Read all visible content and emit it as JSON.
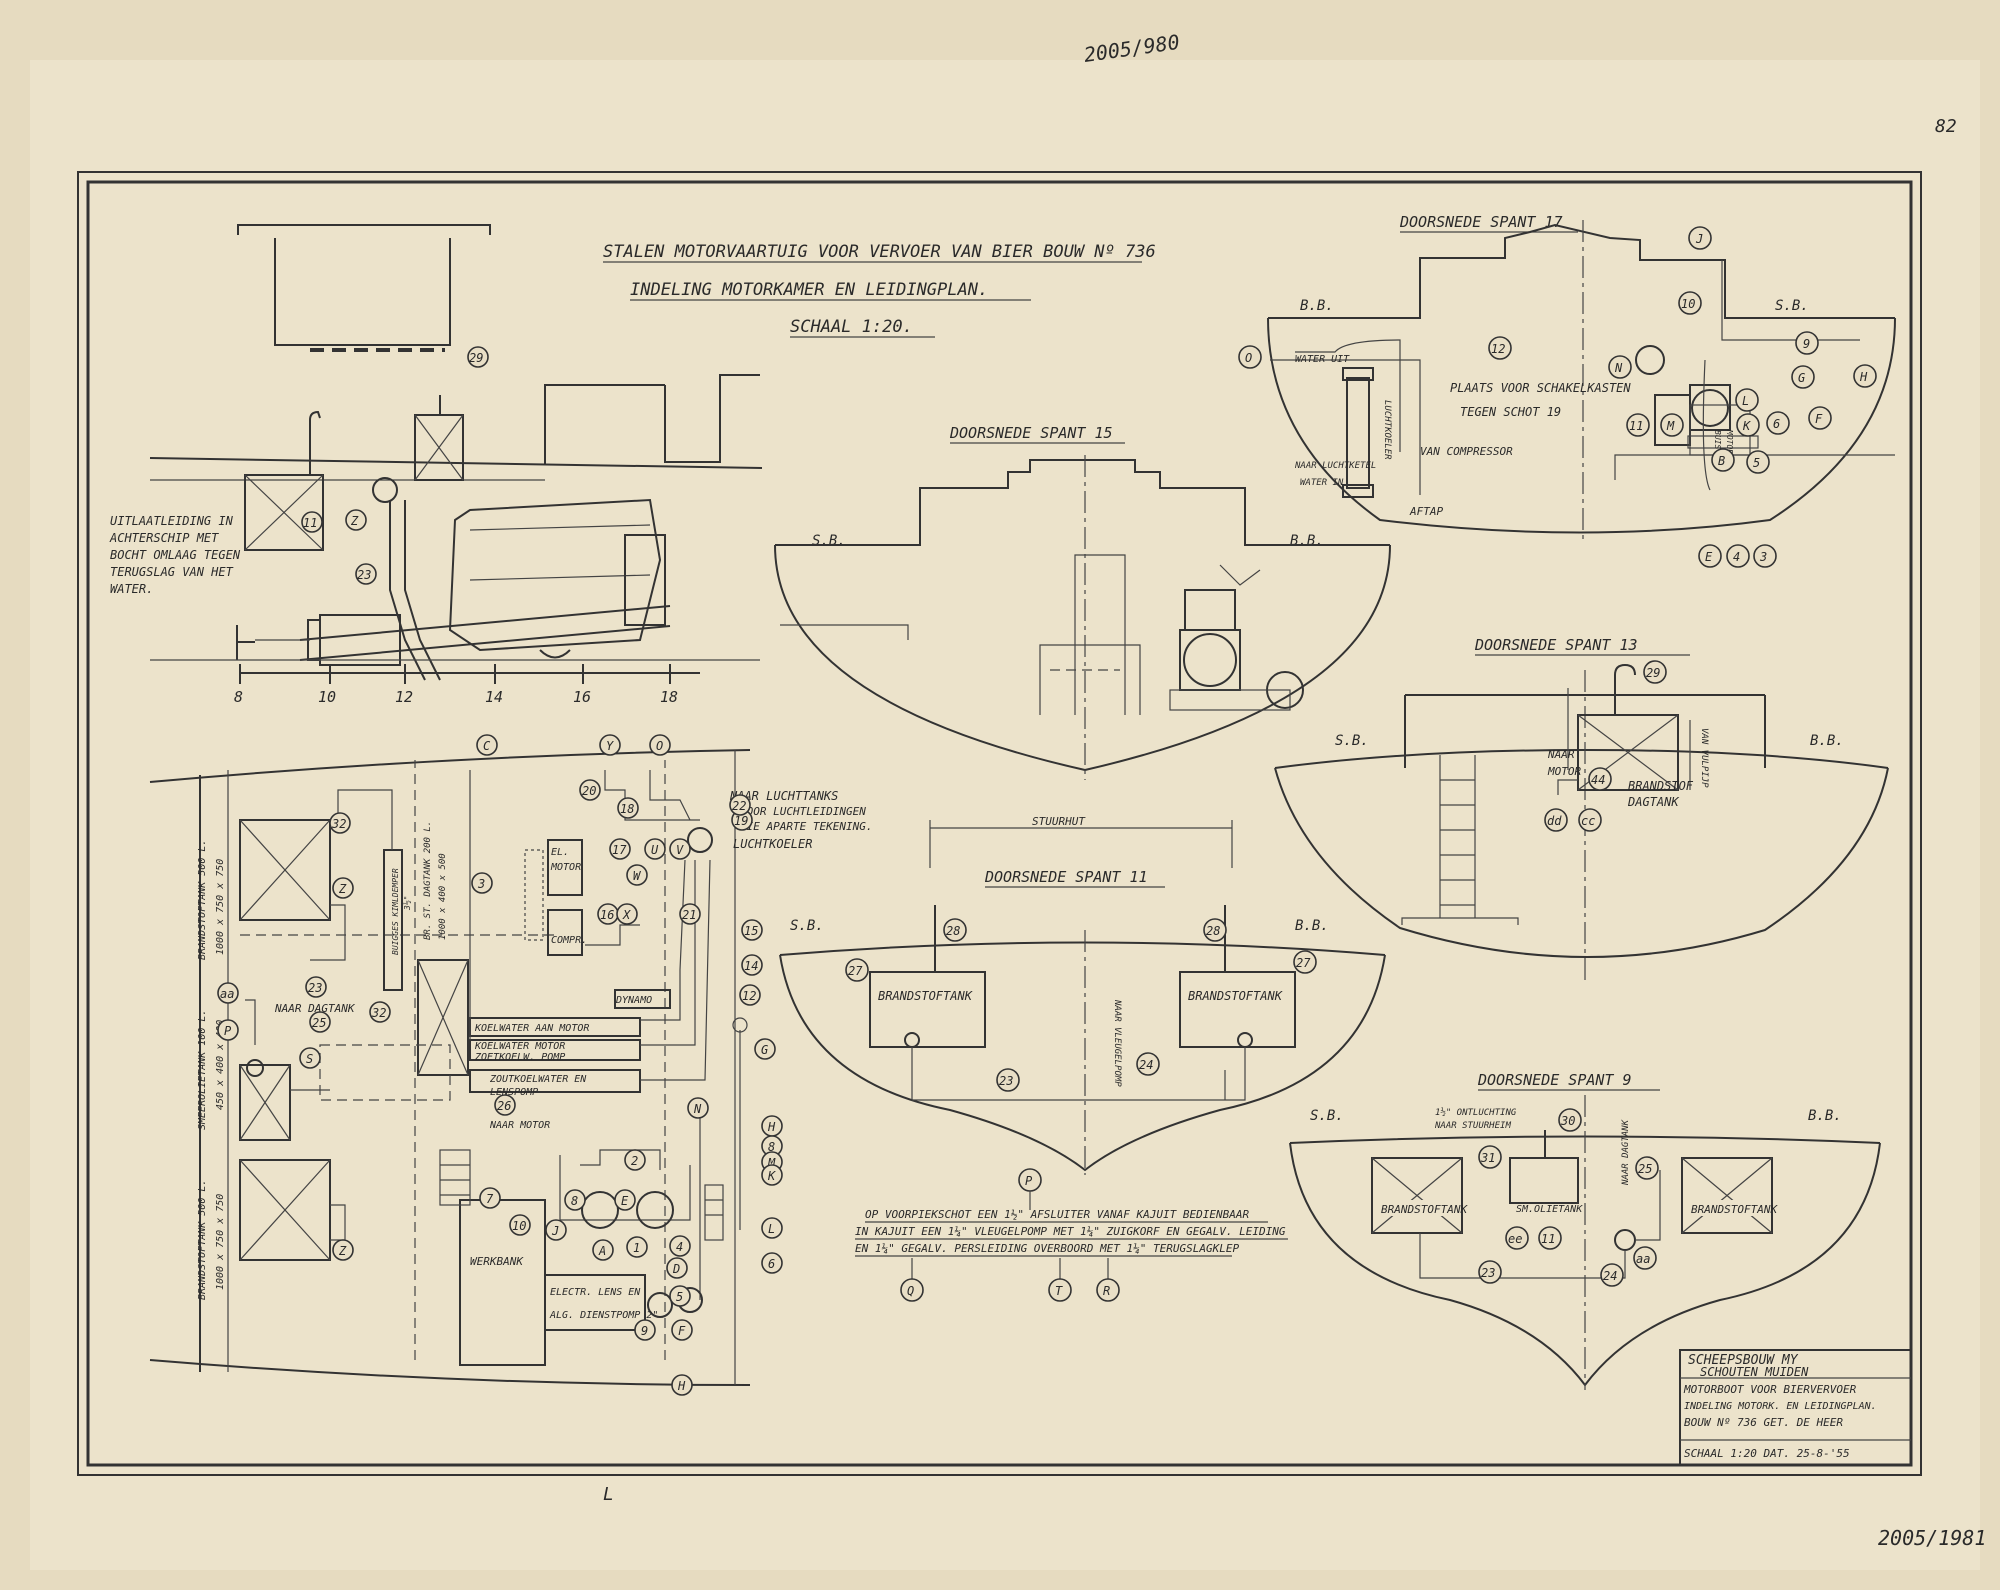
{
  "pencil": {
    "top": "2005/980",
    "bottom": "2005/1981",
    "corner": "82",
    "mark": "L"
  },
  "title": {
    "line1": "STALEN MOTORVAARTUIG VOOR VERVOER VAN BIER  BOUW Nº 736",
    "line2": "INDELING MOTORKAMER EN LEIDINGPLAN.",
    "scale": "SCHAAL 1:20."
  },
  "section_labels": {
    "s15": "DOORSNEDE      SPANT 15",
    "s17": "DOORSNEDE      SPANT 17",
    "s13": "DOORSNEDE      SPANT 13",
    "s11": "DOORSNEDE      SPANT 11",
    "s9": "DOORSNEDE      SPANT 9",
    "sb": "S.B.",
    "bb": "B.B."
  },
  "elevation": {
    "note": [
      "UITLAATLEIDING IN",
      "ACHTERSCHIP MET",
      "BOCHT OMLAAG TEGEN",
      "TERUGSLAG VAN HET",
      "WATER."
    ],
    "frames": [
      "8",
      "10",
      "12",
      "14",
      "16",
      "18"
    ],
    "tags": [
      "29",
      "Z",
      "23",
      "11"
    ]
  },
  "spant17": {
    "water_uit": "WATER UIT",
    "koeler": "LUCHTKOELER",
    "naar_luchtketel": "NAAR LUCHTKETEL",
    "water_in": "WATER IN",
    "compressor": "VAN COMPRESSOR",
    "aftap": "AFTAP",
    "note1": "PLAATS VOOR SCHAKELKASTEN",
    "note2": "TEGEN SCHOT 19",
    "motor": "MOTOR",
    "buis": "BUIS",
    "tags": [
      "J",
      "10",
      "12",
      "O",
      "9",
      "H",
      "N",
      "L",
      "G",
      "F",
      "11",
      "M",
      "K",
      "6",
      "B",
      "5",
      "E",
      "4",
      "3"
    ]
  },
  "spant13": {
    "naar_motor": [
      "NAAR",
      "MOTOR"
    ],
    "brandstof": [
      "BRANDSTOF",
      "DAGTANK"
    ],
    "van_vulpijp": "VAN VULPIJP",
    "tags": [
      "29",
      "44",
      "dd",
      "cc"
    ]
  },
  "spant11": {
    "stuurhut": "STUURHUT",
    "tank": "BRANDSTOFTANK",
    "pomp": "NAAR VLEUGELPOMP",
    "tags": [
      "28",
      "27",
      "23",
      "24"
    ]
  },
  "spant9": {
    "ontluchting": [
      "1½\" ONTLUCHTING",
      "NAAR STUURHEIM"
    ],
    "tank": "BRANDSTOFTANK",
    "olie": "SM.OLIETANK",
    "pomp": "NAAR DAGTANK",
    "tags": [
      "30",
      "31",
      "25",
      "ee",
      "11",
      "23",
      "24",
      "aa"
    ]
  },
  "plan": {
    "naar_luchttanks": "NAAR LUCHTTANKS",
    "luchtleidingen": [
      "VOOR LUCHTLEIDINGEN",
      "ZIE APARTE TEKENING."
    ],
    "luchtkoeler": "LUCHTKOELER",
    "tank_left_top": [
      "BRANDSTOFTANK 500 L.",
      "1000 x 750 x 750"
    ],
    "tank_left_mid": [
      "SMEEROLIETANK 100 L.",
      "450 x 400 x 400"
    ],
    "tank_left_bot": [
      "BRANDSTOFTANK 500 L.",
      "1000 x 750 x 750"
    ],
    "dagtank_label": [
      "BR. ST. DAGTANK 200 L.",
      "1000 x 400 x 500"
    ],
    "buis": [
      "BUIGGES KIMLDEMPER",
      "3½\""
    ],
    "naar_dagtank": "NAAR DAGTANK",
    "el_motor": [
      "EL.",
      "MOTOR"
    ],
    "compr": "COMPR.",
    "dynamo": "DYNAMO",
    "koelwater": [
      "KOELWATER AAN MOTOR",
      "KOELWATER MOTOR",
      "ZOETKOELW. POMP"
    ],
    "zoutkoel": [
      "ZOUTKOELWATER EN",
      "LENSPOMP"
    ],
    "naar_motor": "NAAR MOTOR",
    "werkbank": "WERKBANK",
    "electr": [
      "ELECTR. LENS EN",
      "ALG. DIENSTPOMP 2\""
    ],
    "tags": [
      "C",
      "Y",
      "O",
      "20",
      "18",
      "19",
      "22",
      "U",
      "V",
      "17",
      "W",
      "16",
      "X",
      "21",
      "32",
      "Z",
      "3",
      "15",
      "14",
      "23",
      "aa",
      "P",
      "S",
      "25",
      "32",
      "26",
      "12",
      "G",
      "N",
      "H",
      "8",
      "M",
      "K",
      "L",
      "6",
      "Z",
      "7",
      "J",
      "8",
      "E",
      "2",
      "10",
      "A",
      "1",
      "4",
      "D",
      "5",
      "9",
      "F",
      "H"
    ]
  },
  "bottom_notes": {
    "tag_top": "P",
    "line1": "OP VOORPIEKSCHOT EEN 1½\" AFSLUITER VANAF KAJUIT BEDIENBAAR",
    "line2": "IN KAJUIT EEN 1¼\" VLEUGELPOMP MET 1¼\" ZUIGKORF EN GEGALV. LEIDING",
    "line3": "EN 1¼\" GEGALV. PERSLEIDING OVERBOORD MET 1¼\" TERUGSLAGKLEP",
    "tags": [
      "Q",
      "T",
      "R"
    ]
  },
  "titleblock": {
    "r1": "SCHEEPSBOUW MY",
    "r2": "SCHOUTEN MUIDEN",
    "r3": "MOTORBOOT VOOR BIERVERVOER",
    "r4": "INDELING MOTORK. EN LEIDINGPLAN.",
    "r5": "BOUW Nº 736   GET. DE HEER",
    "r6": "SCHAAL 1:20  DAT. 25-8-'55"
  }
}
